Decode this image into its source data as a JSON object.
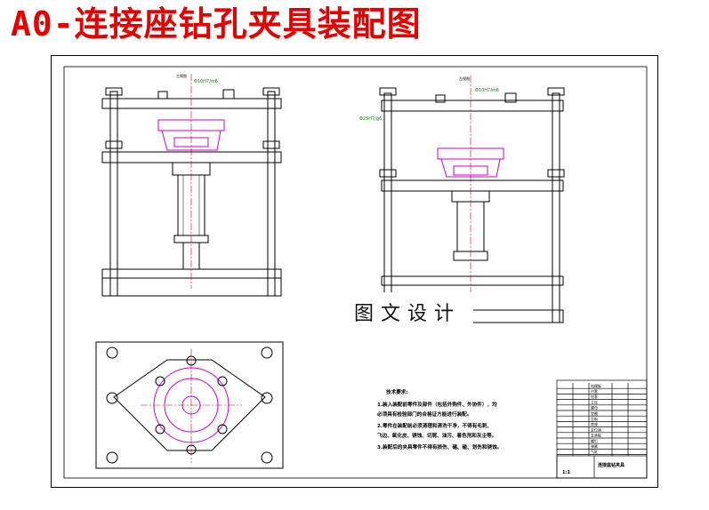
{
  "title": "A0-连接座钻孔夹具装配图",
  "watermark": "图文设计",
  "views": {
    "front_caption": "主视图",
    "side_caption": "左视图"
  },
  "fits": {
    "front_top": "Φ10H7/m6",
    "side_top": "Φ10H7/m6",
    "side_left": "Φ25H7/g6"
  },
  "notes": {
    "heading": "技术要求:",
    "lines": [
      "1.装入装配前零件及部件（包括外购件、外协件），均",
      "必须具有检验部门的合格证方能进行装配。",
      "2.零件在装配前必须清理和清洗干净，不得有毛刺、",
      "飞边、氧化皮、锈蚀、切屑、油污、着色剂和灰尘等。",
      "3.装配后的夹具零件不得有损伤、磕、碰、划伤和锈蚀。"
    ]
  },
  "title_block": {
    "name": "连接座钻夹具",
    "scale": "1:1",
    "part_rows": [
      "钻模板",
      "衬套",
      "钻套",
      "立柱",
      "螺母",
      "垫圈",
      "压板",
      "底座",
      "定位销",
      "支承板",
      "螺钉",
      "弹簧",
      "气缸"
    ]
  },
  "colors": {
    "title": "#e60000",
    "line": "#000000",
    "center": "#d40000",
    "part": "#cc00cc",
    "dimension": "#008800"
  }
}
